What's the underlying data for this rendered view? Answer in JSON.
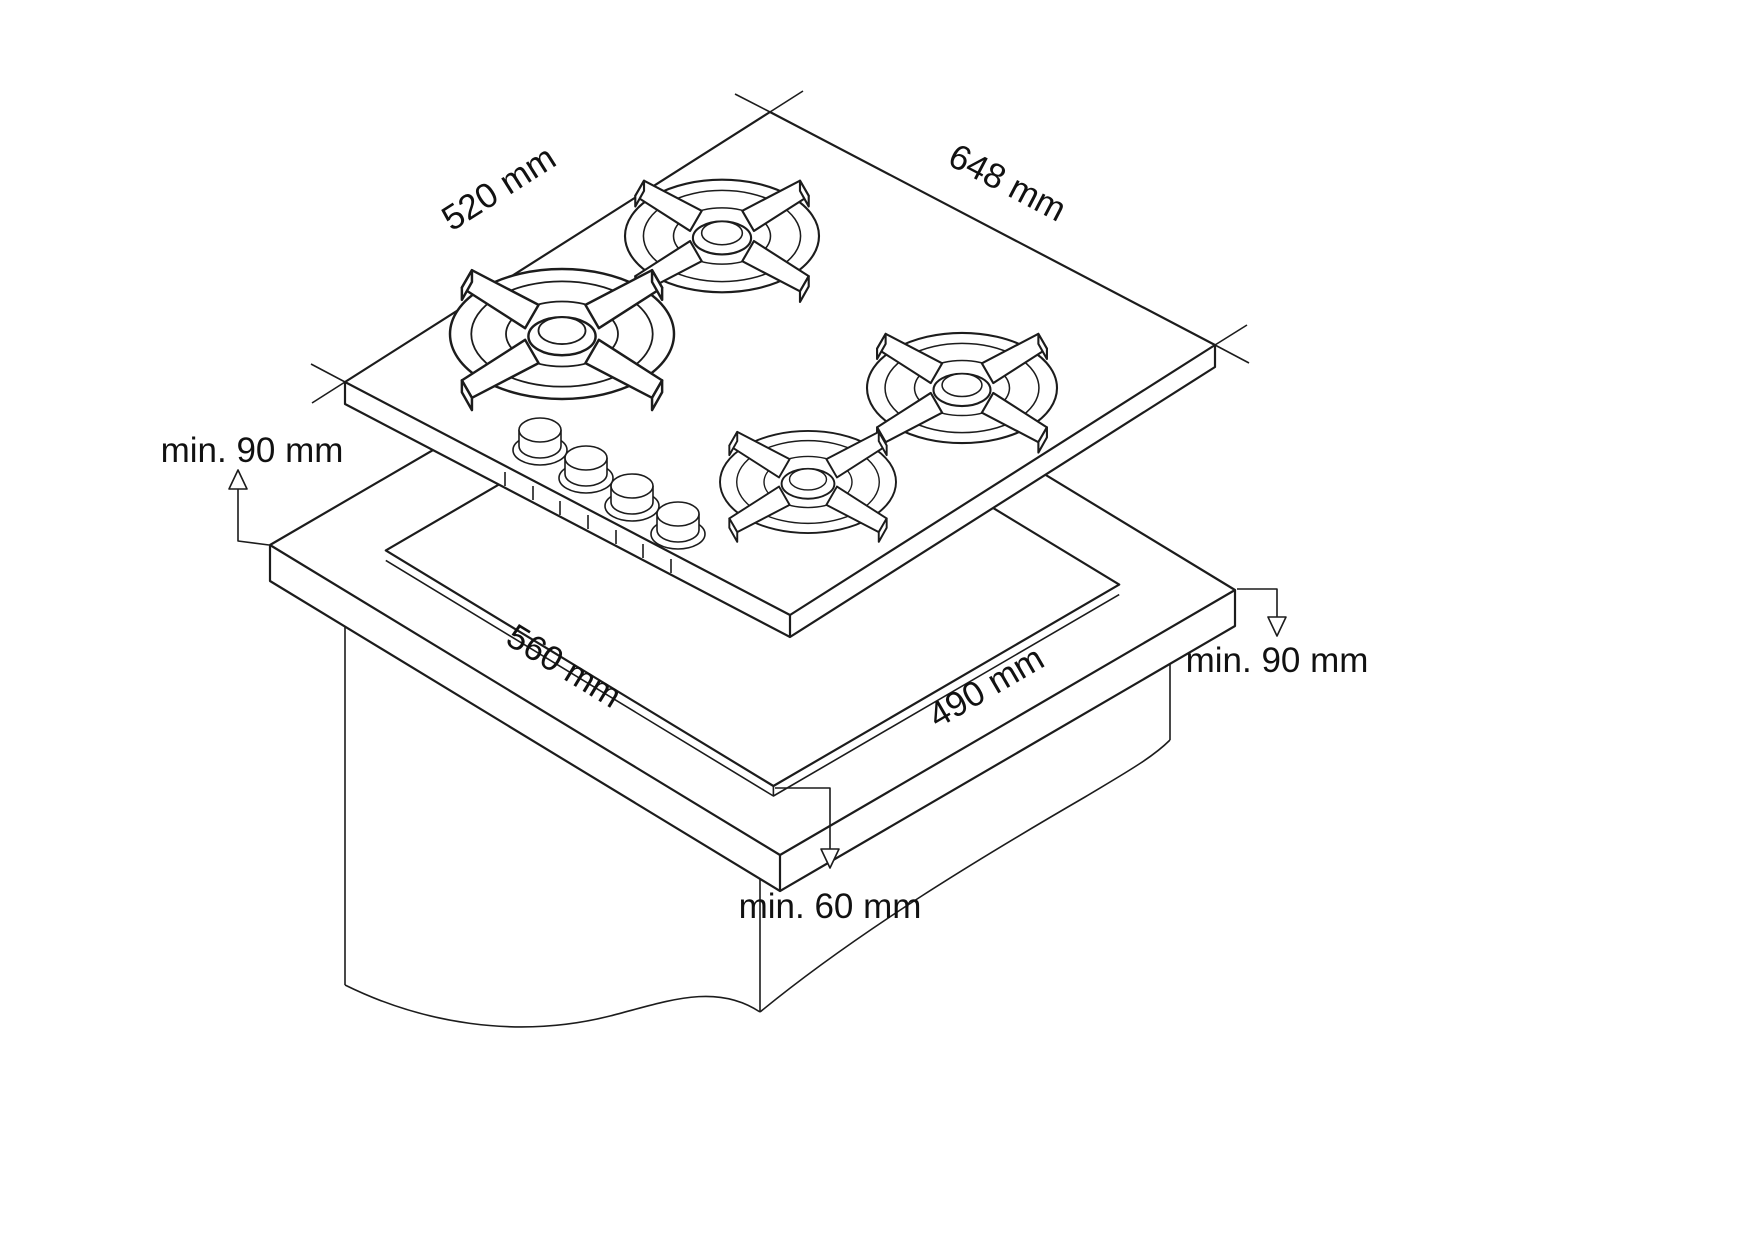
{
  "diagram": {
    "title": "Hob installation cutout diagram",
    "colors": {
      "ink": "#1c1c1c",
      "background": "#ffffff"
    }
  },
  "dimensions": {
    "hob_top_left": "520 mm",
    "hob_top_right": "648 mm",
    "cutout_front_left": "560 mm",
    "cutout_front_right": "490 mm",
    "clearance_left": "min. 90 mm",
    "clearance_right": "min. 90 mm",
    "clearance_bottom": "min. 60 mm"
  }
}
